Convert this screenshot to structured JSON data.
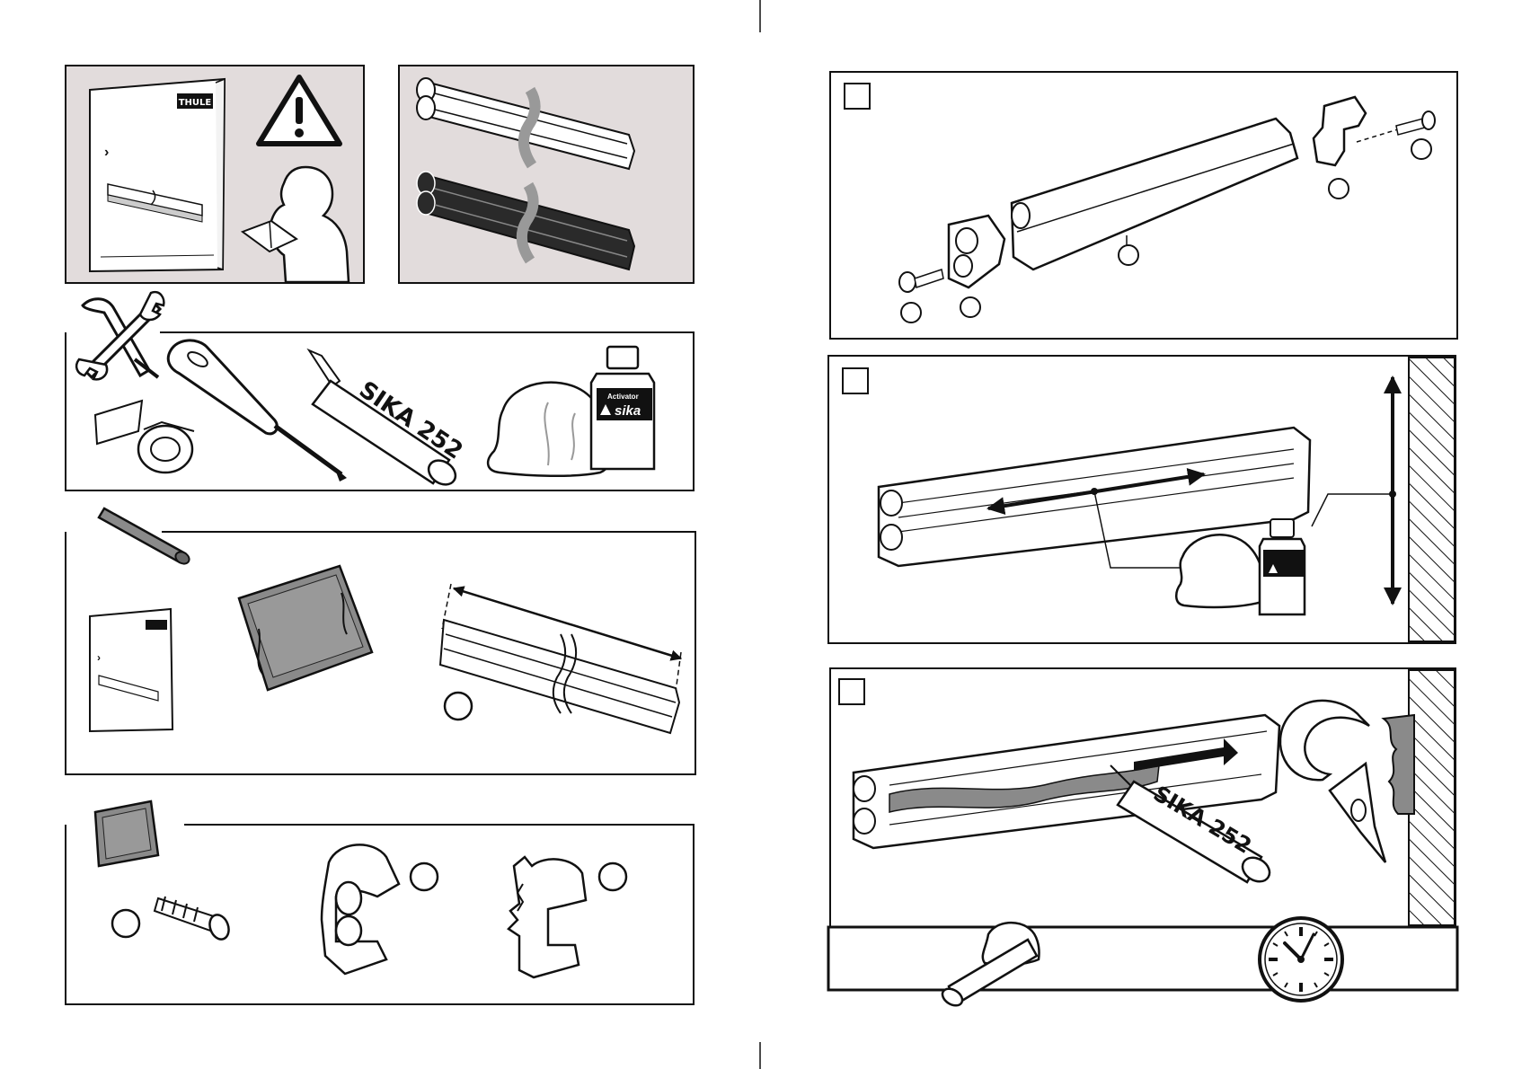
{
  "brand": {
    "name": "THULE"
  },
  "labels": {
    "sealant": "SIKA 252",
    "activator_top": "Activator",
    "activator_brand": "sika"
  },
  "colors": {
    "panel_fill": "#e2dcdc",
    "line": "#111111",
    "gray_fill": "#8a8a8a",
    "dark_fill": "#2a2a2a"
  },
  "icons": {
    "warning": "warning-triangle-icon",
    "tools": "screwdriver-wrench-icon",
    "clock": "clock-icon"
  }
}
